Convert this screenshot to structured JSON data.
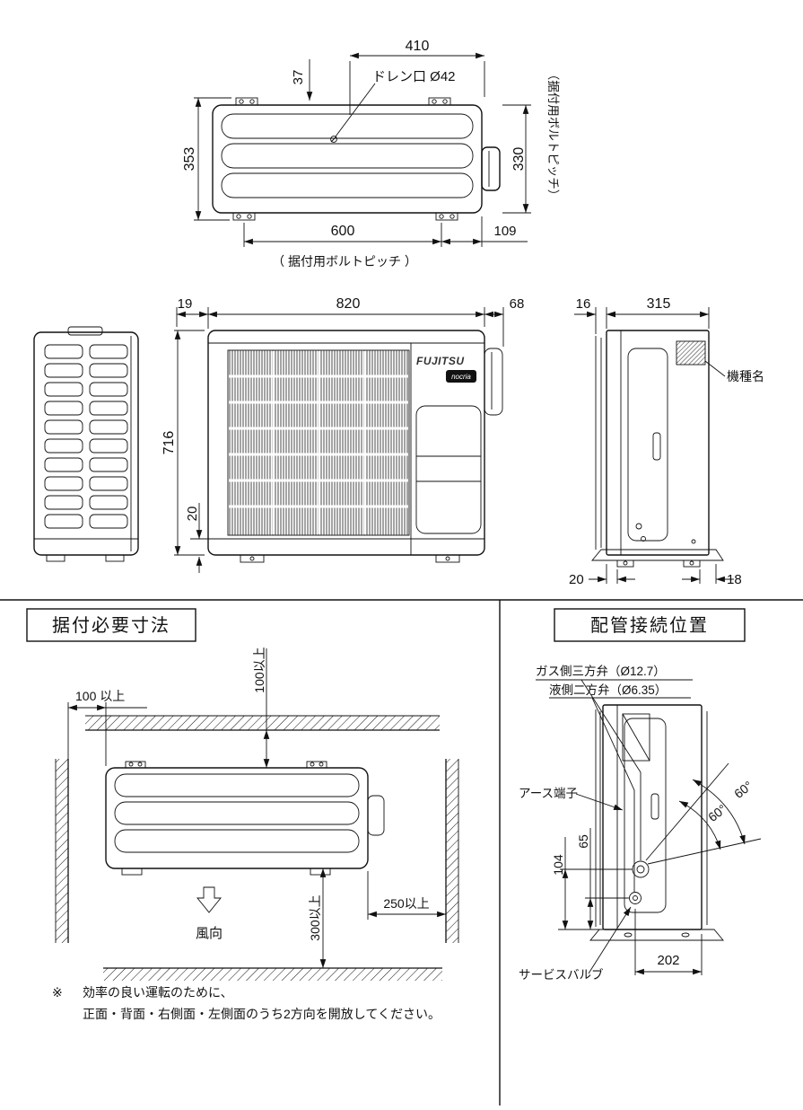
{
  "top_view": {
    "dim_410": "410",
    "dim_37": "37",
    "drain_label": "ドレン口 Ø42",
    "dim_353": "353",
    "dim_330": "330",
    "bolt_pitch_side": "（据付用ボルトピッチ）",
    "dim_600": "600",
    "dim_109": "109",
    "bolt_pitch_bottom": "（ 据付用ボルトピッチ ）"
  },
  "front_view": {
    "dim_19": "19",
    "dim_820": "820",
    "dim_68": "68",
    "dim_16": "16",
    "dim_315": "315",
    "dim_716": "716",
    "dim_20_base": "20",
    "brand": "FUJITSU",
    "badge": "nocria",
    "model_name_label": "機種名",
    "dim_20_foot": "20",
    "dim_18_foot": "18"
  },
  "installation": {
    "title": "据付必要寸法",
    "clearance_left": "100 以上",
    "clearance_top": "100以上",
    "clearance_right": "250以上",
    "clearance_bottom": "300以上",
    "wind_direction": "風向",
    "note_mark": "※",
    "note_line1": "効率の良い運転のために、",
    "note_line2": "正面・背面・右側面・左側面のうち2方向を開放してください。"
  },
  "piping": {
    "title": "配管接続位置",
    "gas_valve_label": "ガス側三方弁（Ø12.7）",
    "liquid_valve_label": "液側二方弁（Ø6.35）",
    "earth_terminal_label": "アース端子",
    "angle_outer": "60°",
    "angle_inner": "60°",
    "dim_65": "65",
    "dim_104": "104",
    "service_valve_label": "サービスバルブ",
    "dim_202": "202"
  }
}
